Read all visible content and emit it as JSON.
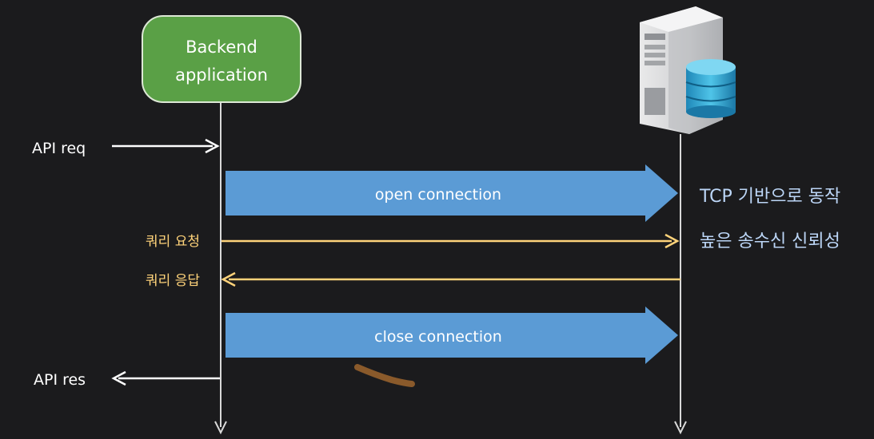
{
  "participants": {
    "backend": {
      "line1": "Backend",
      "line2": "application"
    },
    "server": {
      "icon": "server-database-icon"
    }
  },
  "messages": {
    "api_req": "API req",
    "open_connection": "open connection",
    "query_request": "쿼리 요청",
    "query_response": "쿼리 응답",
    "close_connection": "close connection",
    "api_res": "API res"
  },
  "notes": {
    "line1": "TCP 기반으로 동작",
    "line2": "높은 송수신 신뢰성"
  },
  "colors": {
    "background": "#1b1b1d",
    "backend_fill": "#5aa046",
    "connection_arrow": "#5b9bd5",
    "query_arrow": "#ffd37a",
    "note_text": "#bcd6f7",
    "white": "#ffffff"
  }
}
